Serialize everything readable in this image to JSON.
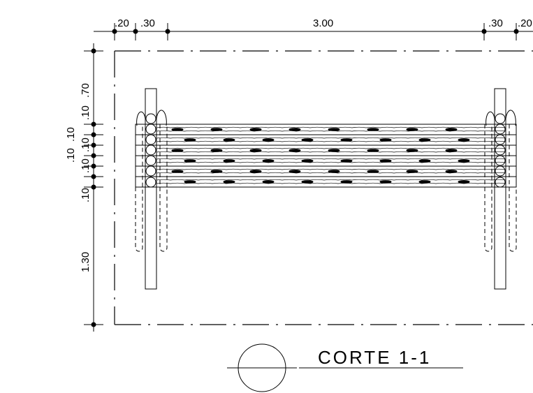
{
  "dimensions_top": [
    ".20",
    ".30",
    "3.00",
    ".30",
    ".20"
  ],
  "dimensions_left": [
    ".70",
    ".10",
    ".10",
    ".10",
    ".10",
    ".10",
    ".10",
    "1.30"
  ],
  "section_title": "CORTE 1-1",
  "colors": {
    "line": "#000000",
    "background": "#ffffff"
  }
}
